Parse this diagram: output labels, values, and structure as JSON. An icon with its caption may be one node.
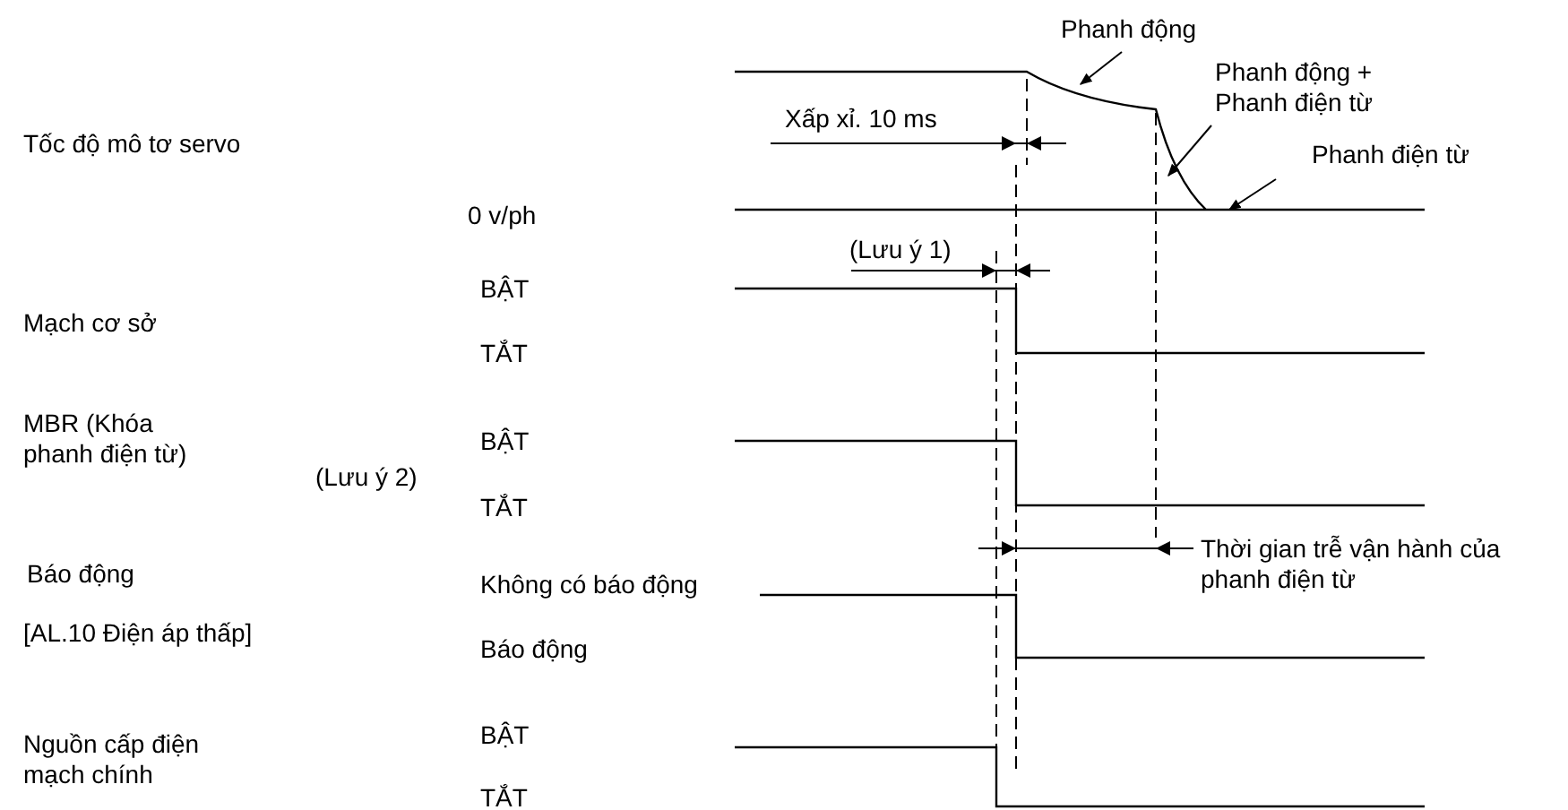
{
  "diagram": {
    "nodes": [
      {
        "text": [
          "Phanh động"
        ]
      },
      {
        "text": [
          "Phanh động + Phanh điện từ"
        ]
      },
      {
        "text": [
          "Phanh điện từ"
        ]
      },
      {
        "text": [],
        "shape": "curve"
      }
    ],
    "edges": [
      {
        "from": 0,
        "to": 3,
        "arrow": "to"
      },
      {
        "from": 1,
        "to": 3,
        "arrow": "to"
      },
      {
        "from": 2,
        "to": 3,
        "arrow": "to"
      }
    ],
    "labels": [
      "Xấp xỉ. 10 ms",
      "Tốc độ mô tơ servo",
      "0 v/ph",
      "(Lưu ý 1)",
      "BẬT",
      "Mạch cơ sở",
      "TẮT",
      "MBR (Khóa phanh điện từ)",
      "(Lưu ý 2)",
      "BẬT",
      "TẮT",
      "Thời gian trễ vận hành của phanh điện từ",
      "Báo động",
      "Không có báo động",
      "[AL.10 Điện áp thấp]",
      "Báo động",
      "BẬT",
      "Nguồn cấp điện mạch chính",
      "TẮT"
    ]
  }
}
